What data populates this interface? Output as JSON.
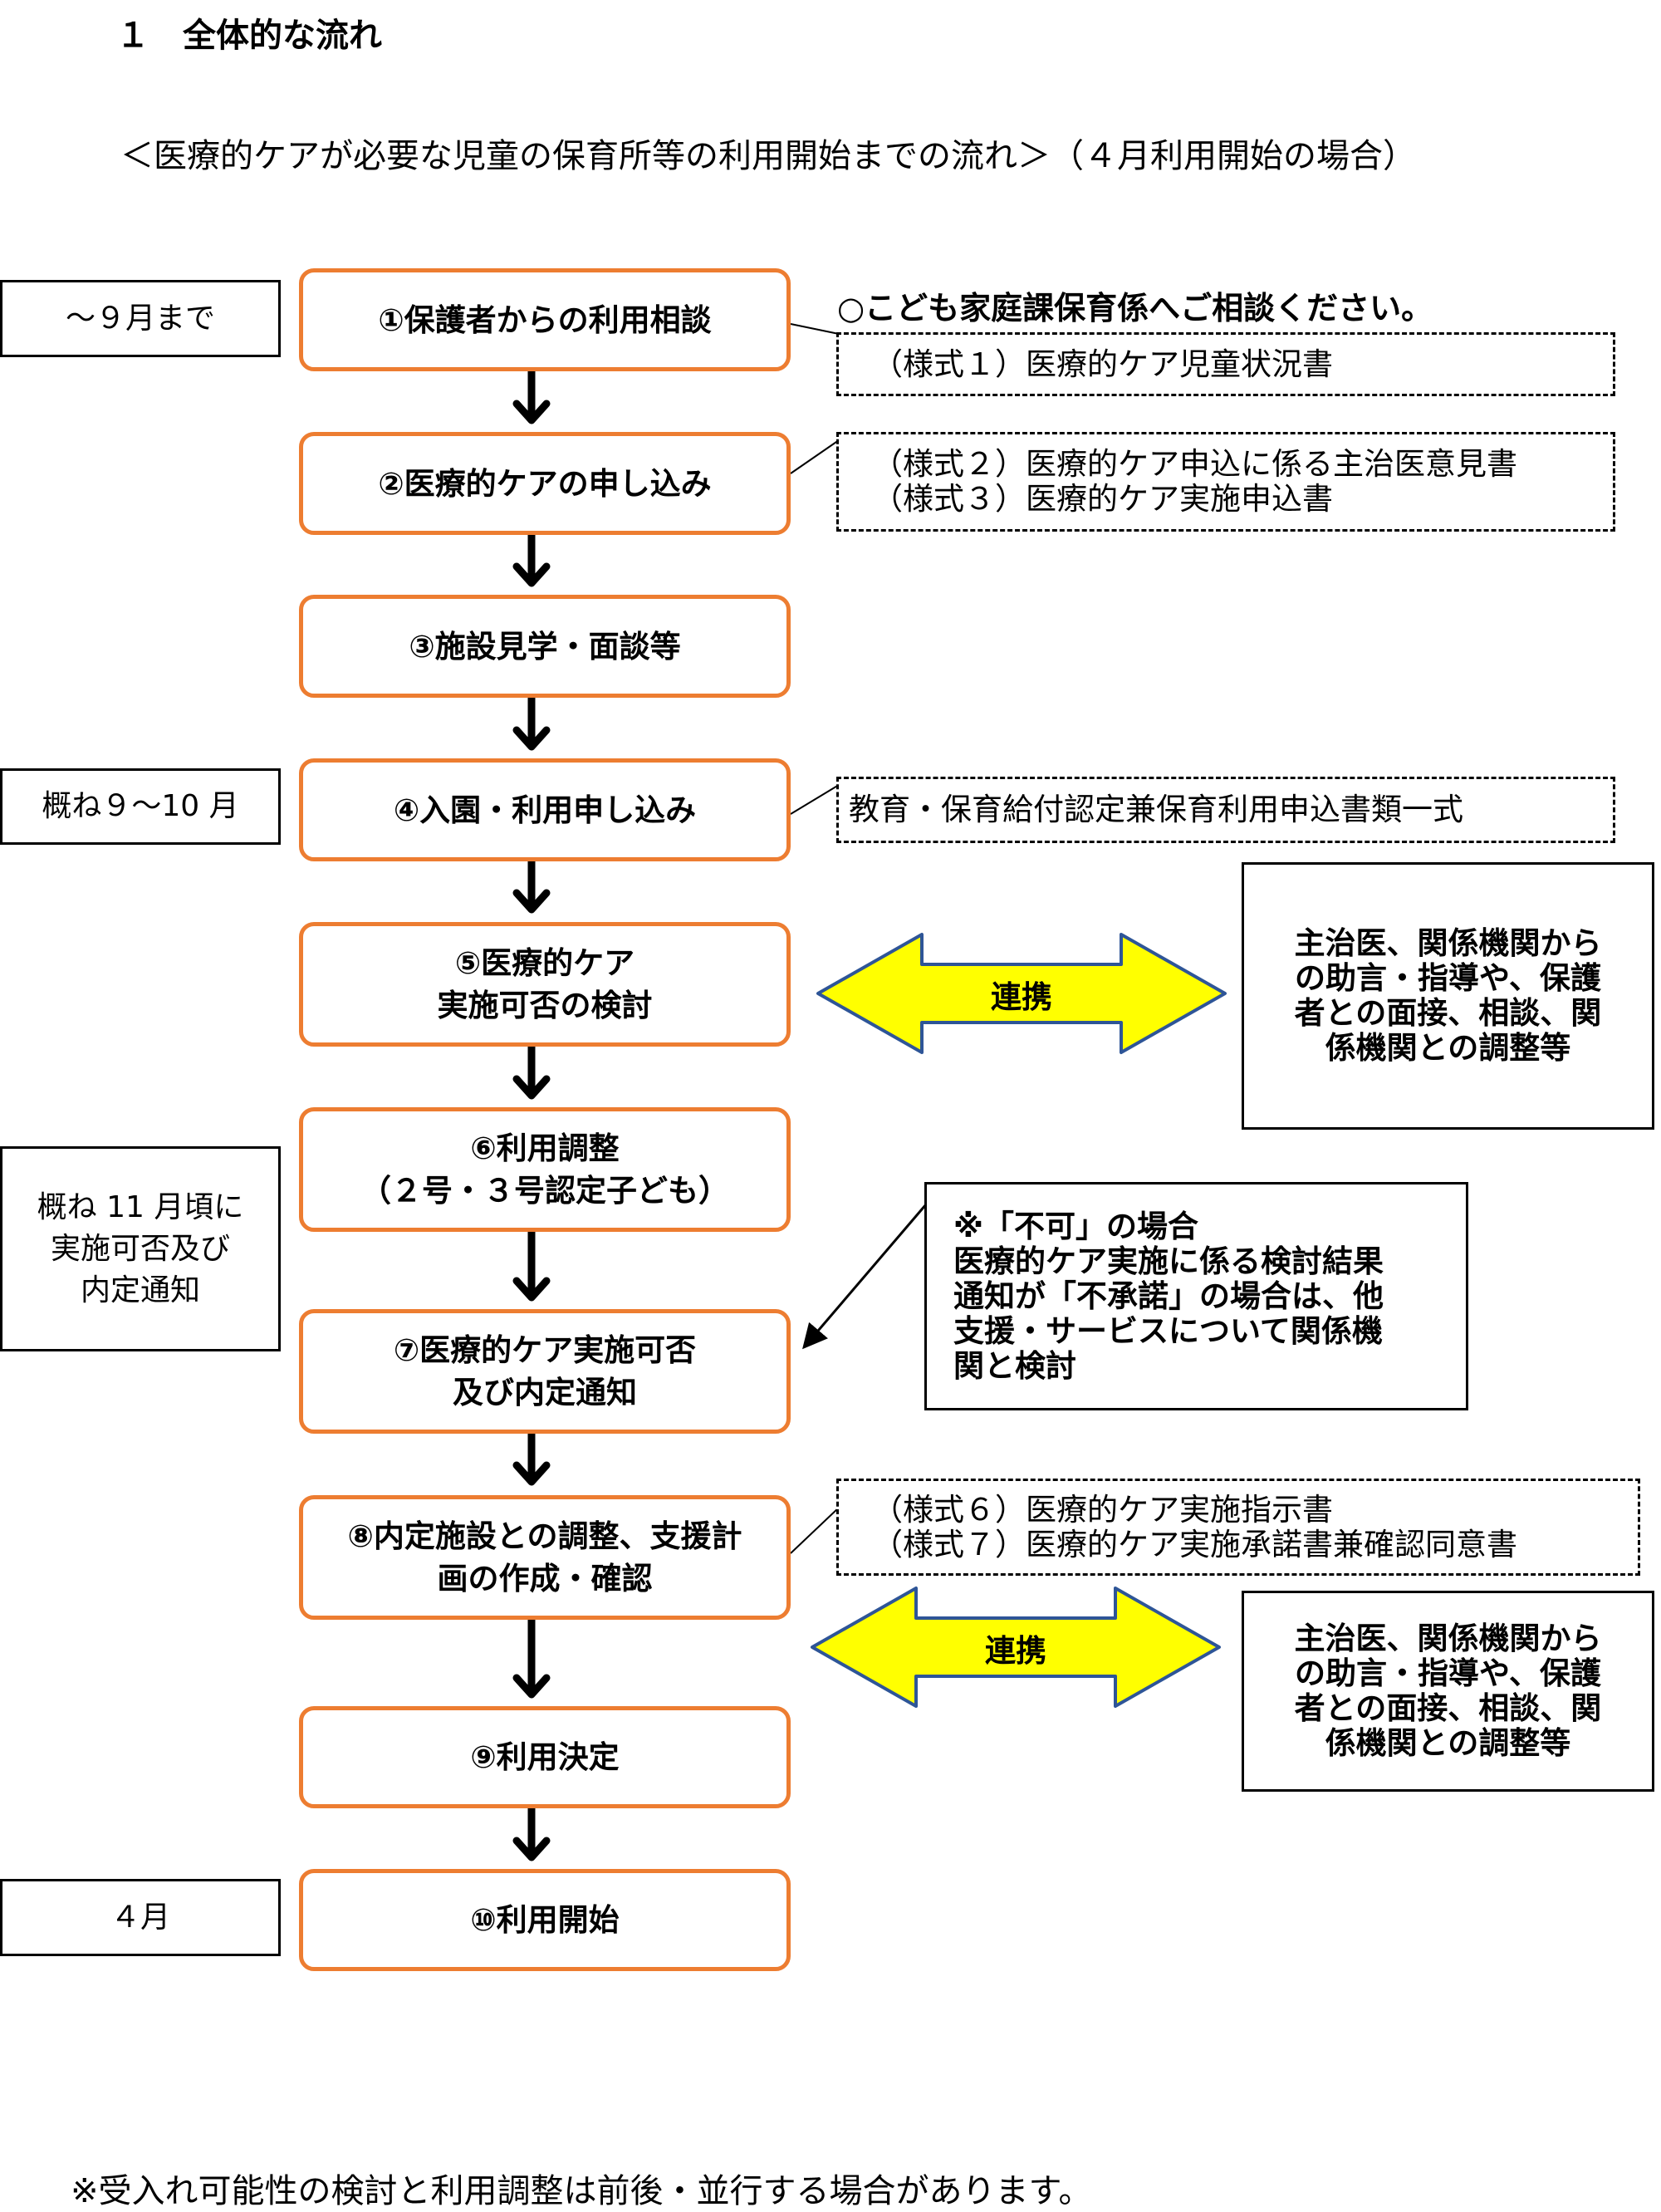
{
  "header": {
    "section_title": "１　全体的な流れ",
    "subtitle": "＜医療的ケアが必要な児童の保育所等の利用開始までの流れ＞（４月利用開始の場合）"
  },
  "steps": [
    {
      "lines": [
        "①保護者からの利用相談"
      ]
    },
    {
      "lines": [
        "②医療的ケアの申し込み"
      ]
    },
    {
      "lines": [
        "③施設見学・面談等"
      ]
    },
    {
      "lines": [
        "④入園・利用申し込み"
      ]
    },
    {
      "lines": [
        "⑤医療的ケア",
        "実施可否の検討"
      ]
    },
    {
      "lines": [
        "⑥利用調整",
        "（２号・３号認定子ども）"
      ]
    },
    {
      "lines": [
        "⑦医療的ケア実施可否",
        "及び内定通知"
      ]
    },
    {
      "lines": [
        "⑧内定施設との調整、支援計",
        "画の作成・確認"
      ]
    },
    {
      "lines": [
        "⑨利用決定"
      ]
    },
    {
      "lines": [
        "⑩利用開始"
      ]
    }
  ],
  "periods": [
    {
      "lines": [
        "～９月まで"
      ]
    },
    {
      "lines": [
        "概ね９～10 月"
      ]
    },
    {
      "lines": [
        "概ね 11 月頃に",
        "実施可否及び",
        "内定通知"
      ]
    },
    {
      "lines": [
        "４月"
      ]
    }
  ],
  "consult_note": "○こども家庭課保育係へご相談ください。",
  "documents": [
    {
      "lines": [
        "（様式１）医療的ケア児童状況書"
      ]
    },
    {
      "lines": [
        "（様式２）医療的ケア申込に係る主治医意見書",
        "（様式３）医療的ケア実施申込書"
      ]
    },
    {
      "lines": [
        "教育・保育給付認定兼保育利用申込書類一式"
      ]
    },
    {
      "lines": [
        "（様式６）医療的ケア実施指示書",
        "（様式７）医療的ケア実施承諾書兼確認同意書"
      ]
    }
  ],
  "cooperation": [
    {
      "arrow_label": "連携",
      "box_lines": [
        "主治医、関係機関から",
        "の助言・指導や、保護",
        "者との面接、相談、関",
        "係機関との調整等"
      ]
    },
    {
      "arrow_label": "連携",
      "box_lines": [
        "主治医、関係機関から",
        "の助言・指導や、保護",
        "者との面接、相談、関",
        "係機関との調整等"
      ]
    }
  ],
  "rejection_note": {
    "lines": [
      "※「不可」の場合",
      "医療的ケア実施に係る検討結果",
      "通知が「不承諾」の場合は、他",
      "支援・サービスについて関係機",
      "関と検討"
    ]
  },
  "footnote": "※受入れ可能性の検討と利用調整は前後・並行する場合があります。",
  "colors": {
    "step_border": "#ED7D31",
    "cooperation_arrow_fill": "#FFFF00",
    "cooperation_arrow_stroke": "#2E5597"
  }
}
